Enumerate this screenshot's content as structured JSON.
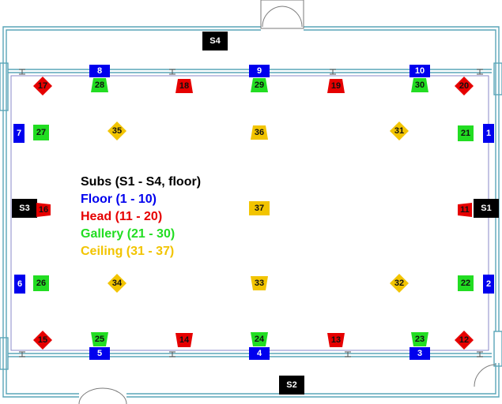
{
  "legend": {
    "subs": "Subs (S1 - S4, floor)",
    "floor": "Floor (1 - 10)",
    "head": "Head (11 - 20)",
    "gallery": "Gallery (21 - 30)",
    "ceiling": "Ceiling (31 - 37)"
  },
  "colors": {
    "subs": "#000000",
    "floor": "#0000ee",
    "head": "#e60000",
    "gallery": "#22dd22",
    "ceiling": "#f2c400",
    "wall": "#5aa6b8"
  },
  "speakers": {
    "subs": [
      "S1",
      "S2",
      "S3",
      "S4"
    ],
    "floor": [
      "1",
      "2",
      "3",
      "4",
      "5",
      "6",
      "7",
      "8",
      "9",
      "10"
    ],
    "head": [
      "11",
      "12",
      "13",
      "14",
      "15",
      "16",
      "17",
      "18",
      "19",
      "20"
    ],
    "gallery": [
      "21",
      "22",
      "23",
      "24",
      "25",
      "26",
      "27",
      "28",
      "29",
      "30"
    ],
    "ceiling": [
      "31",
      "32",
      "33",
      "34",
      "35",
      "36",
      "37"
    ]
  }
}
